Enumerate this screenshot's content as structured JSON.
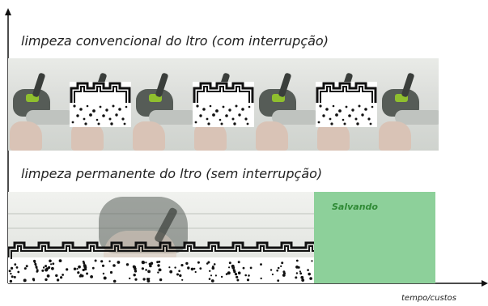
{
  "diagram": {
    "heading_top": "limpeza convencional do ltro (com interrupção)",
    "heading_bottom": "limpeza permanente do ltro (sem interrupção)",
    "savings_label": "Salvando",
    "x_axis_label": "tempo/custos",
    "colors": {
      "savings_fill": "#8dd09a",
      "savings_text": "#2f8a35",
      "tool_accent": "#8fbf2e",
      "axis": "#111111"
    }
  }
}
